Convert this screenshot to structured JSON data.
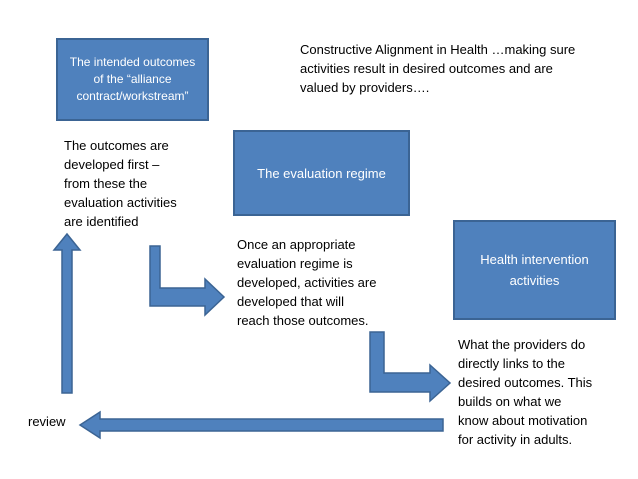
{
  "title": "Constructive Alignment in Health …making sure\nactivities result in desired outcomes and are\nvalued by providers….",
  "boxes": {
    "intended_outcomes": "The intended outcomes of the “alliance contract/workstream”",
    "evaluation_regime": "The evaluation regime",
    "health_intervention": "Health intervention activities"
  },
  "notes": {
    "outcomes_first": "The outcomes are\ndeveloped first –\nfrom these the\nevaluation activities\nare identified",
    "evaluation_developed": "Once an appropriate\nevaluation regime is\ndeveloped, activities are\ndeveloped that will\nreach those outcomes.",
    "providers": "What the providers do\ndirectly links to the\ndesired outcomes. This\nbuilds on what we\nknow about motivation\nfor activity in adults."
  },
  "review_label": "review",
  "colors": {
    "box_fill": "#4f81bd",
    "box_border": "#3b6494",
    "arrow_fill": "#4f81bd"
  }
}
